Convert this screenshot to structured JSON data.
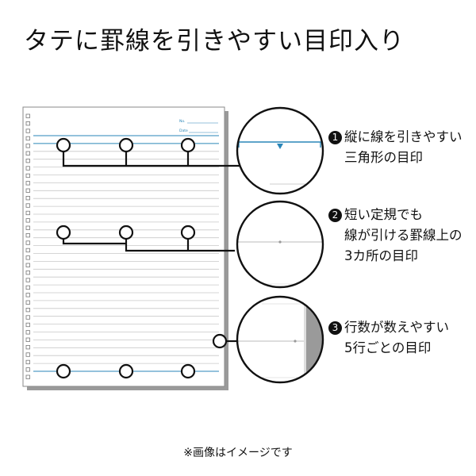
{
  "title": "タテに罫線を引きやすい目印入り",
  "sheet_header": {
    "no_label": "No.",
    "date_label": "Date"
  },
  "callouts": [
    {
      "number": "1",
      "lines": [
        "縦に線を引きやすい",
        "三角形の目印"
      ]
    },
    {
      "number": "2",
      "lines": [
        "短い定規でも",
        "線が引ける罫線上の",
        "3カ所の目印"
      ]
    },
    {
      "number": "3",
      "lines": [
        "行数が数えやすい",
        "5行ごとの目印"
      ]
    }
  ],
  "footnote": "※画像はイメージです",
  "colors": {
    "accent_blue": "#2a86b8",
    "outline": "#111111",
    "rule": "#c8c8c8"
  }
}
